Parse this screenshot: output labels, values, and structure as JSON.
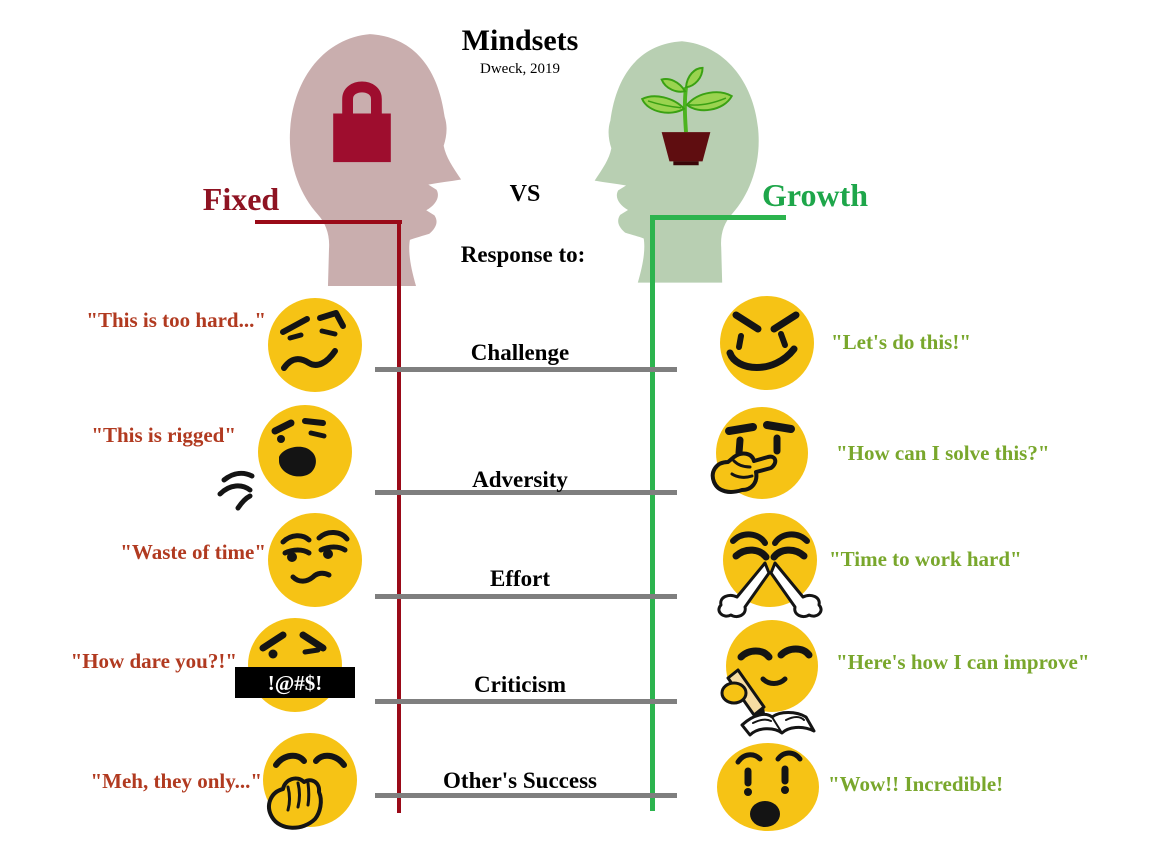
{
  "title": "Mindsets",
  "subtitle": "Dweck, 2019",
  "vs_label": "VS",
  "response_heading": "Response to:",
  "fixed": {
    "label": "Fixed",
    "icon": "lock-icon"
  },
  "growth": {
    "label": "Growth",
    "icon": "plant-sprout-icon"
  },
  "rows": [
    {
      "category": "Challenge",
      "fixed_quote": "\"This is too hard...\"",
      "fixed_face": "angry-face",
      "growth_quote": "\"Let's do this!\"",
      "growth_face": "determined-smirk-face"
    },
    {
      "category": "Adversity",
      "fixed_quote": "\"This is rigged\"",
      "fixed_face": "shouting-face",
      "growth_quote": "\"How can I solve this?\"",
      "growth_face": "thinking-face"
    },
    {
      "category": "Effort",
      "fixed_quote": "\"Waste of time\"",
      "fixed_face": "eye-roll-face",
      "growth_quote": "\"Time to work hard\"",
      "growth_face": "steam-face"
    },
    {
      "category": "Criticism",
      "fixed_quote": "\"How dare you?!\"",
      "fixed_face": "swearing-face",
      "censor_text": "!@#$!",
      "growth_quote": "\"Here's how I can improve\"",
      "growth_face": "writing-notes-face"
    },
    {
      "category": "Other's Success",
      "fixed_quote": "\"Meh, they only...\"",
      "fixed_face": "yawning-face",
      "growth_quote": "\"Wow!! Incredible!",
      "growth_face": "astonished-face"
    }
  ],
  "colors": {
    "fixed-head": "#c9aeae",
    "fixed-accent": "#9e0d2e",
    "fixed-label": "#8e1322",
    "fixed-line": "#9a0a18",
    "fixed-quote": "#b13a20",
    "growth-head": "#b8cfb2",
    "growth-label": "#1ea64a",
    "growth-line": "#2cb44e",
    "growth-quote": "#79a72c",
    "leaf": "#9ad34f",
    "leaf-stroke": "#3aa113",
    "stem": "#4cb31f",
    "pot": "#5f0d10",
    "divider": "#7f7f7f",
    "emoji": "#f6c315",
    "ink": "#141414"
  }
}
